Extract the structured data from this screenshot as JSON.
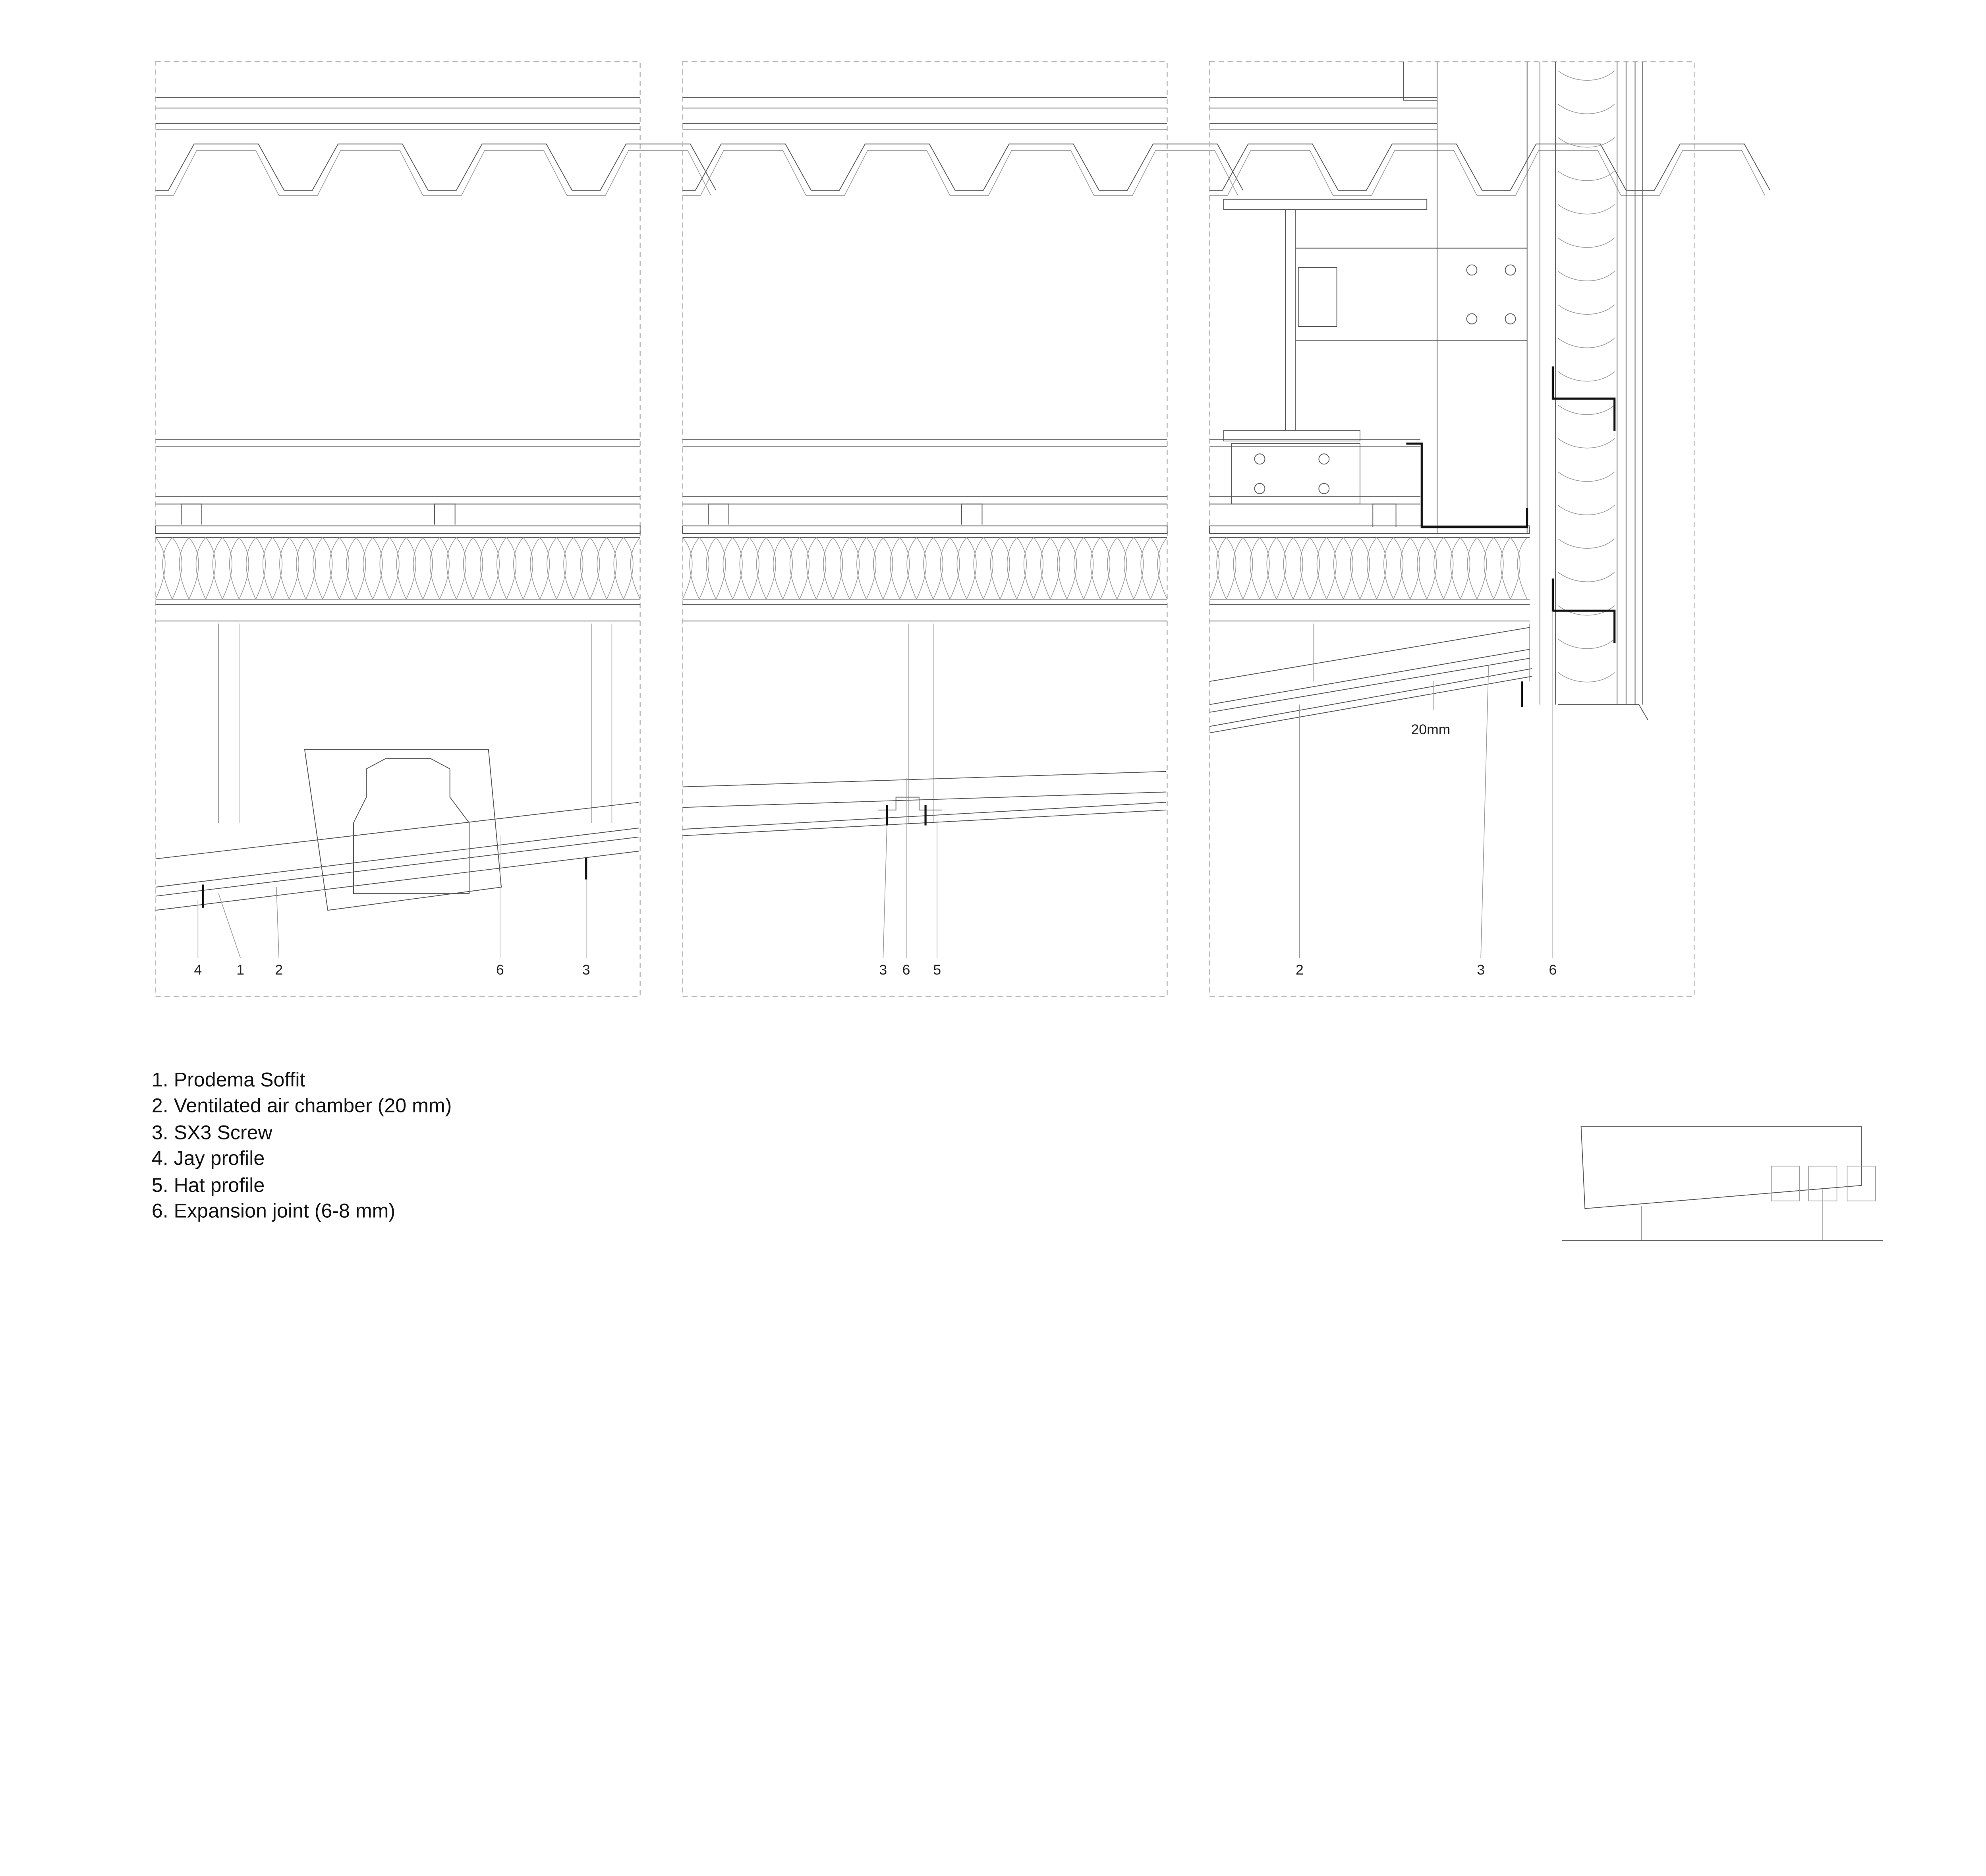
{
  "details": [
    {
      "labels": [
        "4",
        "1",
        "2",
        "6",
        "3"
      ]
    },
    {
      "labels": [
        "3",
        "6",
        "5"
      ]
    },
    {
      "labels": [
        "2",
        "3",
        "6"
      ],
      "dimension": "20mm"
    }
  ],
  "legend": [
    "1. Prodema Soffit",
    "2. Ventilated air chamber (20 mm)",
    "3. SX3 Screw",
    "4. Jay profile",
    "5. Hat profile",
    "6. Expansion joint (6-8 mm)"
  ],
  "colors": {
    "lines": "#555555",
    "frame": "#bbbbbb",
    "profile": "#111111"
  }
}
